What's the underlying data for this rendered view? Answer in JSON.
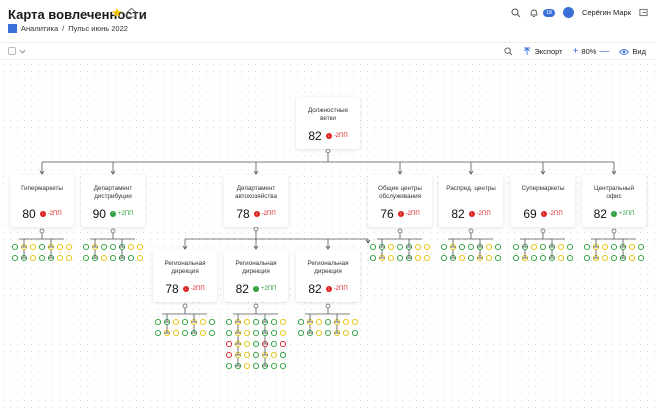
{
  "header": {
    "title": "Карта вовлеченности",
    "breadcrumb": [
      "Аналитика",
      "Пульс июнь 2022"
    ],
    "breadcrumb_sep": "/",
    "notifications": "18",
    "user_name": "Серёгин Марк"
  },
  "toolbar": {
    "export_label": "Экспорт",
    "zoom_label": "80%",
    "view_label": "Вид"
  },
  "colors": {
    "accent": "#3b6fd8",
    "negative": "#d22222",
    "positive": "#2a9d3a",
    "yellow": "#e6c200",
    "star": "#f2c200"
  },
  "nodes": {
    "root": {
      "name": "Должностные ветки",
      "score": "82",
      "delta": "-2ПП",
      "trend": "neg"
    },
    "hyper": {
      "name": "Гипермаркеты",
      "score": "80",
      "delta": "-2ПП",
      "trend": "neg"
    },
    "distr": {
      "name": "Департамент дистрибуции",
      "score": "90",
      "delta": "+2ПП",
      "trend": "pos"
    },
    "auto": {
      "name": "Департамент автохозяйства",
      "score": "78",
      "delta": "-2ПП",
      "trend": "neg"
    },
    "service": {
      "name": "Общие центры обслуживания",
      "score": "76",
      "delta": "-2ПП",
      "trend": "neg"
    },
    "dc": {
      "name": "Распред. центры",
      "score": "82",
      "delta": "-2ПП",
      "trend": "neg"
    },
    "super": {
      "name": "Супермаркеты",
      "score": "69",
      "delta": "-2ПП",
      "trend": "neg"
    },
    "office": {
      "name": "Центральный офис",
      "score": "82",
      "delta": "+2ПП",
      "trend": "pos"
    },
    "reg1": {
      "name": "Региональная дирекция",
      "score": "78",
      "delta": "-2ПП",
      "trend": "neg"
    },
    "reg2": {
      "name": "Региональная дирекция",
      "score": "82",
      "delta": "+2ПП",
      "trend": "pos"
    },
    "reg3": {
      "name": "Региональная дирекция",
      "score": "82",
      "delta": "-2ПП",
      "trend": "neg"
    }
  },
  "leaf_rows": {
    "hyper": [
      [
        "g",
        "y",
        "y",
        "g",
        "y",
        "y",
        "y"
      ],
      [
        "g",
        "g",
        "y",
        "g",
        "g",
        "y",
        "y"
      ]
    ],
    "distr": [
      [
        "g",
        "y",
        "g",
        "g",
        "g",
        "y",
        "y"
      ],
      [
        "g",
        "g",
        "y",
        "g",
        "g",
        "g",
        "y"
      ]
    ],
    "service": [
      [
        "g",
        "g",
        "y",
        "g",
        "g",
        "y",
        "y"
      ],
      [
        "g",
        "y",
        "y",
        "g",
        "g",
        "y",
        "y"
      ]
    ],
    "dc": [
      [
        "g",
        "y",
        "g",
        "g",
        "g",
        "y",
        "g"
      ],
      [
        "g",
        "g",
        "y",
        "g",
        "y",
        "y",
        "g"
      ]
    ],
    "super": [
      [
        "g",
        "g",
        "y",
        "g",
        "g",
        "y",
        "g"
      ],
      [
        "g",
        "y",
        "g",
        "g",
        "g",
        "y",
        "g"
      ]
    ],
    "office": [
      [
        "g",
        "y",
        "y",
        "g",
        "g",
        "y",
        "g"
      ],
      [
        "g",
        "y",
        "y",
        "g",
        "g",
        "y",
        "g"
      ]
    ],
    "reg1": [
      [
        "g",
        "g",
        "y",
        "g",
        "y",
        "y",
        "g"
      ],
      [
        "g",
        "y",
        "y",
        "g",
        "g",
        "y",
        "g"
      ]
    ],
    "reg2": [
      [
        "g",
        "y",
        "y",
        "g",
        "g",
        "g",
        "y"
      ],
      [
        "g",
        "y",
        "y",
        "g",
        "g",
        "g",
        "y"
      ],
      [
        "r",
        "y",
        "y",
        "g",
        "r",
        "g",
        "r"
      ],
      [
        "r",
        "y",
        "y",
        "g",
        "y",
        "y",
        "g"
      ],
      [
        "g",
        "g",
        "y",
        "g",
        "g",
        "g",
        "g"
      ]
    ],
    "reg3": [
      [
        "g",
        "y",
        "y",
        "g",
        "y",
        "y",
        "y"
      ],
      [
        "g",
        "g",
        "y",
        "g",
        "y",
        "y",
        "g"
      ]
    ]
  }
}
